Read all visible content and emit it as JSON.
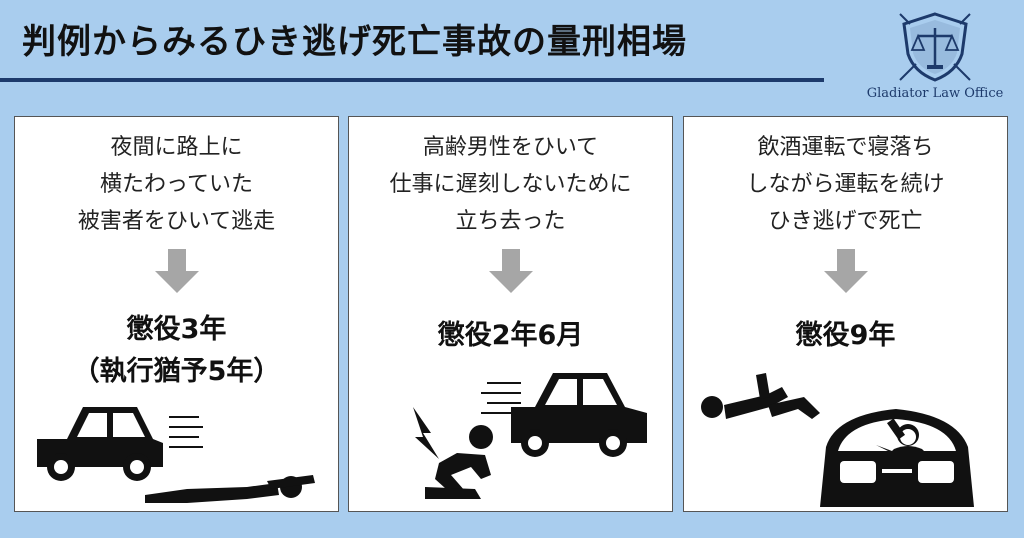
{
  "title": "判例からみるひき逃げ死亡事故の量刑相場",
  "logo": {
    "text": "Gladiator Law Office",
    "icon": "scales-shield-icon"
  },
  "cases": [
    {
      "lines": [
        "夜間に路上に",
        "横たわっていた",
        "被害者をひいて逃走"
      ],
      "sentence": "懲役3年",
      "sentence_note": "（執行猶予5年）"
    },
    {
      "lines": [
        "高齢男性をひいて",
        "仕事に遅刻しないために",
        "立ち去った"
      ],
      "sentence": "懲役2年6月"
    },
    {
      "lines": [
        "飲酒運転で寝落ち",
        "しながら運転を続け",
        "ひき逃げで死亡"
      ],
      "sentence": "懲役9年"
    }
  ],
  "colors": {
    "background": "#a9cdee",
    "rule": "#1d3a6b",
    "arrow": "#a6a6a6",
    "illustration": "#111111"
  }
}
